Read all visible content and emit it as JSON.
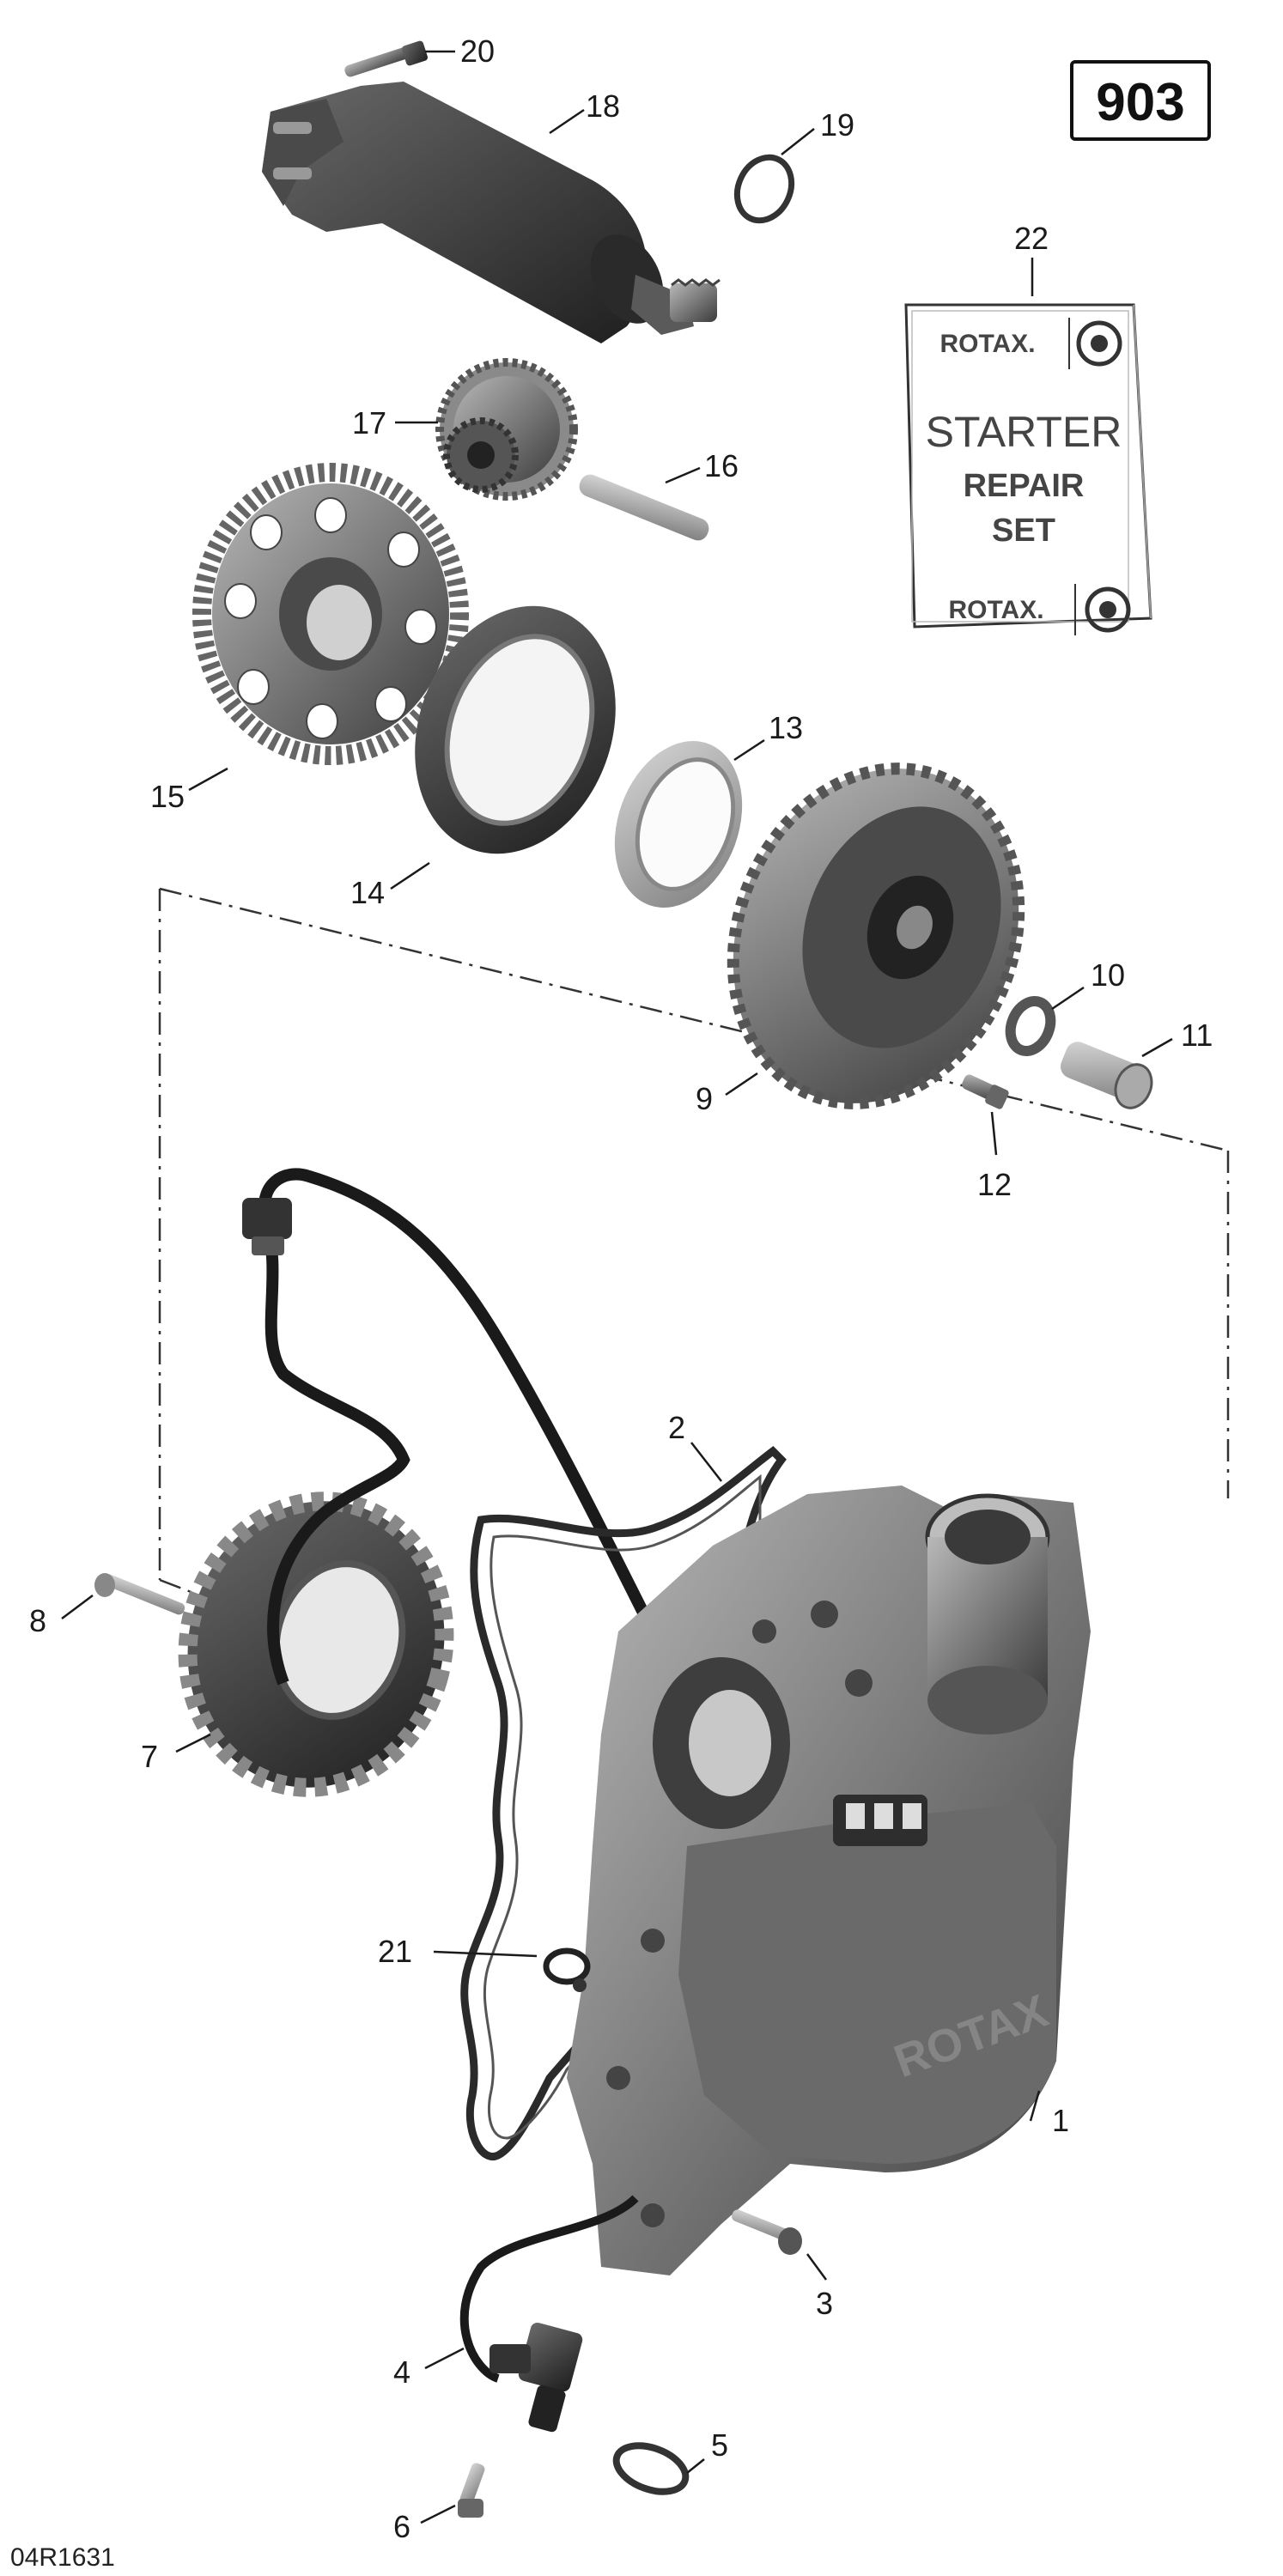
{
  "page_number": "903",
  "drawing_reference": "04R1631",
  "repair_kit": {
    "brand_top": "ROTAX.",
    "line1": "STARTER",
    "line2": "REPAIR",
    "line3": "SET",
    "brand_bottom": "ROTAX."
  },
  "cover_branding": "ROTAX",
  "callouts": [
    "1",
    "2",
    "3",
    "4",
    "5",
    "6",
    "7",
    "8",
    "9",
    "10",
    "11",
    "12",
    "13",
    "14",
    "15",
    "16",
    "17",
    "18",
    "19",
    "20",
    "21",
    "22"
  ],
  "colors": {
    "part_dark": "#3a3a3a",
    "part_mid": "#6e6e6e",
    "part_light": "#a8a8a8",
    "line": "#1a1a1a"
  }
}
